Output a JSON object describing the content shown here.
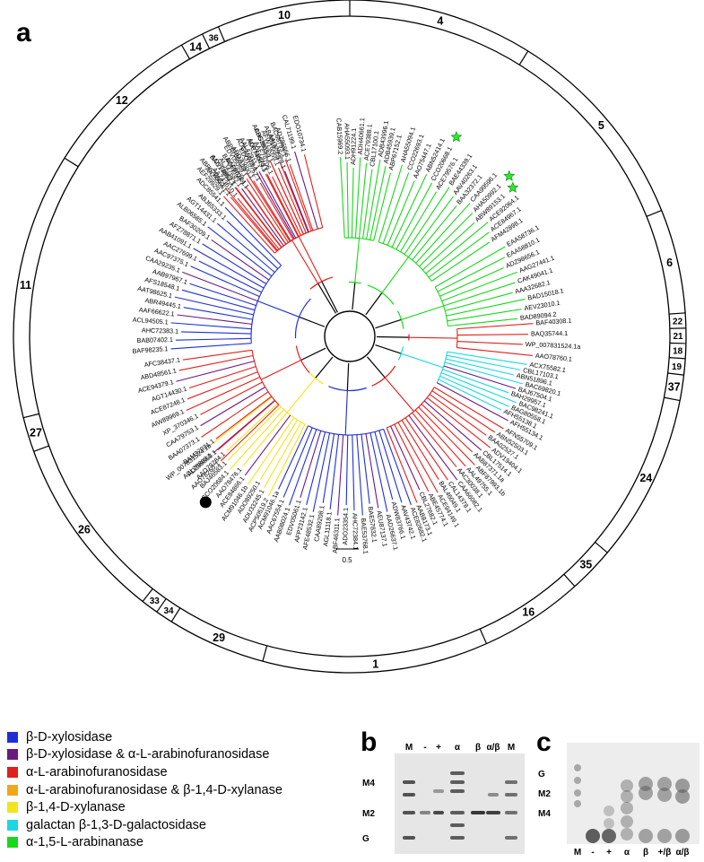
{
  "panels": {
    "a": "a",
    "b": "b",
    "c": "c"
  },
  "colors": {
    "xylosidase": "#1f2fd6",
    "xylosidase_arabinofuranosidase": "#6b1a80",
    "arabinofuranosidase": "#e0201c",
    "arabinofuranosidase_xylanase": "#f0a81a",
    "xylanase": "#f4e41a",
    "galactosidase": "#1ad8e0",
    "arabinanase": "#18d81a",
    "backbone": "#000000",
    "mixed": "#888888"
  },
  "families": [
    {
      "label": "10",
      "a0": -23,
      "a1": 0
    },
    {
      "label": "4",
      "a0": 0,
      "a1": 32
    },
    {
      "label": "5",
      "a0": 32,
      "a1": 68
    },
    {
      "label": "6",
      "a0": 68,
      "a1": 86
    },
    {
      "label": "22",
      "a0": 86,
      "a1": 88.6
    },
    {
      "label": "21",
      "a0": 88.6,
      "a1": 91.2
    },
    {
      "label": "18",
      "a0": 91.2,
      "a1": 93.8
    },
    {
      "label": "19",
      "a0": 93.8,
      "a1": 96.6
    },
    {
      "label": "37",
      "a0": 96.6,
      "a1": 101
    },
    {
      "label": "24",
      "a0": 101,
      "a1": 130
    },
    {
      "label": "35",
      "a0": 130,
      "a1": 138
    },
    {
      "label": "16",
      "a0": 138,
      "a1": 156
    },
    {
      "label": "1",
      "a0": 156,
      "a1": 195
    },
    {
      "label": "29",
      "a0": 195,
      "a1": 212
    },
    {
      "label": "34",
      "a0": 212,
      "a1": 215
    },
    {
      "label": "33",
      "a0": 215,
      "a1": 218
    },
    {
      "label": "26",
      "a0": 218,
      "a1": 250
    },
    {
      "label": "27",
      "a0": 250,
      "a1": 256
    },
    {
      "label": "11",
      "a0": 256,
      "a1": 302
    },
    {
      "label": "12",
      "a0": 302,
      "a1": 330
    },
    {
      "label": "14",
      "a0": 330,
      "a1": 334
    },
    {
      "label": "36",
      "a0": 334,
      "a1": 337
    }
  ],
  "clades": [
    {
      "name": "gh10",
      "a0": -40,
      "a1": -14,
      "color": "arabinofuranosidase",
      "r0": 125,
      "r1": 215,
      "leaves": [
        "ABP67868.1",
        "AOV73852.1",
        "BAC69704.1",
        "ABP67868.1a",
        "AOC69973.1",
        "AOY69973.1",
        "ACH57955.1",
        "ABA81977.1",
        "ADZ86666.1",
        "CAL71199.1",
        "EDO10734.1"
      ],
      "highlight": [
        2,
        3
      ]
    },
    {
      "name": "gh4",
      "a0": -3,
      "a1": 14,
      "color": "arabinanase",
      "r0": 110,
      "r1": 200,
      "leaves": [
        "CAB15969.2",
        "AHA55093.1",
        "ADH91224.1",
        "ADH40661.1",
        "ACE79388.1",
        "CBL17100.1",
        "ADB43996.1",
        "ADB45939.1",
        "ABP67152.1"
      ]
    },
    {
      "name": "gh5",
      "a0": 17,
      "a1": 56,
      "color": "arabinanase",
      "r0": 110,
      "r1": 200,
      "leaves": [
        "AHA55094.1",
        "CCO22693.1",
        "AAO75447.1",
        "ABN52414.1",
        "CCO20668.1",
        "ACE79576.1",
        "BAE44339.1",
        "AAV40263.1",
        "BAA32372.1",
        "CAA99596.1",
        "AHA50992.1",
        "ABW89153.1",
        "ACE92064.1",
        "ACE84967.1",
        "AFM42898.1"
      ],
      "stars": [
        4,
        10,
        11
      ]
    },
    {
      "name": "gh6",
      "a0": 60,
      "a1": 84,
      "color": "arabinanase",
      "r0": 110,
      "r1": 200,
      "leaves": [
        "EAA58736.1",
        "EAA58810.1",
        "ADZ98656.1",
        "AAG27441.1",
        "CAK49041.1",
        "AAA32682.1",
        "BAD15018.1",
        "AEV23010.1",
        "BAD89094.2"
      ]
    },
    {
      "name": "gh18",
      "a0": 86,
      "a1": 96,
      "color": "arabinofuranosidase",
      "r0": 120,
      "r1": 205,
      "leaves": [
        "BAF40308.1",
        "BAQ35744.1",
        "WP_007831524.1a",
        "AAO78760.1"
      ]
    },
    {
      "name": "gh37",
      "a0": 99,
      "a1": 118,
      "color": "galactosidase",
      "r0": 110,
      "r1": 200,
      "leaves": [
        "ACX75582.1",
        "CBL17103.1",
        "ABN51896.1",
        "BAC69820.1",
        "BAJ67504.1",
        "BAH29957.1",
        "BAC98241.1",
        "BAG80558.1",
        "AFH55138.1",
        "AFH55134.1"
      ]
    },
    {
      "name": "gh24",
      "a0": 121,
      "a1": 158,
      "color": "arabinofuranosidase",
      "r0": 110,
      "r1": 200,
      "leaves": [
        "AFN55709.1",
        "ABN52503.1",
        "BAA02527.1",
        "ADV19404.1",
        "CBL17514.1",
        "AAB87371.1a",
        "ABF87993.1b",
        "AAL49755.1",
        "AAC30038.1",
        "CAA66082.1",
        "CAL14378.1",
        "BAL46049.1",
        "ACE94149.1",
        "ABE45774.1",
        "CBL27682.1",
        "AAB8173.1"
      ]
    },
    {
      "name": "gh1",
      "a0": 160,
      "a1": 205,
      "color": "xylosidase",
      "r0": 110,
      "r1": 200,
      "leaves": [
        "ACE82682.1",
        "AAV43742.1",
        "ADW83766.1",
        "AAD26637.1",
        "AEU87137.1",
        "BAE57832.1",
        "BAE53768.1",
        "AHC72384.1",
        "ADO23354.1",
        "ABF46311.1",
        "AGL11118.1",
        "CAA89208.1",
        "AFE48532.1",
        "AFP23142.1",
        "EDV05061.1",
        "AAB08024.1",
        "AAC67554.1",
        "ACM91046.1a"
      ]
    },
    {
      "name": "gh29",
      "a0": 207,
      "a1": 232,
      "color": "xylanase",
      "r0": 110,
      "r1": 200,
      "leaves": [
        "ACP50519.2",
        "ADU33245.1",
        "ADO89250.1",
        "ACM91046.1b",
        "ACE84866.1",
        "AAO78476.1",
        "CCO20684.1",
        "BAJ46583.1",
        "AAO79284.1",
        "ACL76803.1",
        "WP_007831524.1b"
      ]
    },
    {
      "name": "gh26",
      "a0": 226,
      "a1": 262,
      "color": "arabinofuranosidase",
      "r0": 110,
      "r1": 200,
      "leaves": [
        "AAO78260.1",
        "ADZ99860.1",
        "BAM37931.1",
        "BAA07373.1",
        "CAA79753.1",
        "XP_370346.1",
        "AIW89969.1",
        "ACE87248.1",
        "AGT14430.1",
        "ACE94379.1",
        "ABD48561.1",
        "AFC38437.1"
      ]
    },
    {
      "name": "gh11",
      "a0": 266,
      "a1": 316,
      "color": "xylosidase",
      "r0": 110,
      "r1": 200,
      "leaves": [
        "BAF98235.1",
        "BAB07402.1",
        "AHC72383.1",
        "ACL94505.1",
        "AAF66622.1",
        "ABR49445.1",
        "AAT98625.1",
        "AFS18548.1",
        "AAB97967.1",
        "CAA29235.1",
        "AAC97375.1",
        "AAC27699.1",
        "AAB41091.1",
        "AFZ78871.1",
        "BAF30209.1",
        "ALB06585.1",
        "AGT14431.1",
        "ABJ65333.1",
        "ADC85541.1"
      ]
    },
    {
      "name": "gh12",
      "a0": 318,
      "a1": 340,
      "color": "arabinofuranosidase",
      "r0": 125,
      "r1": 210,
      "leaves": [
        "AEF29929.1",
        "AAZ55661.1",
        "AAZ43610.1",
        "BAC14653.1",
        "ALJ47682.1",
        "BAF90204.1",
        "EDV05059.1",
        "ADD70900.1",
        "EDO10752.1",
        "AAL47911.1",
        "ADE74049.1",
        "AAF79706.1",
        "ABG85159.1",
        "AFW19059.1",
        "AAO79928.1",
        "BAC68793.1"
      ]
    }
  ],
  "scale_label": "0.5",
  "accessions": [
    "AAO78200.1 (panel a, marked by black dot)",
    "WP_007831524.1"
  ],
  "marked_leaf": "WP_007831524.1",
  "legend": [
    {
      "color": "xylosidase",
      "label": "β-D-xylosidase"
    },
    {
      "color": "xylosidase_arabinofuranosidase",
      "label": "β-D-xylosidase & α-L-arabinofuranosidase"
    },
    {
      "color": "arabinofuranosidase",
      "label": "α-L-arabinofuranosidase"
    },
    {
      "color": "arabinofuranosidase_xylanase",
      "label": "α-L-arabinofuranosidase & β-1,4-D-xylanase"
    },
    {
      "color": "xylanase",
      "label": "β-1,4-D-xylanase"
    },
    {
      "color": "galactosidase",
      "label": "galactan β-1,3-D-galactosidase"
    },
    {
      "color": "arabinanase",
      "label": "α-1,5-L-arabinanase"
    }
  ],
  "gel_b": {
    "lanes": [
      "M",
      "-",
      "+",
      "α",
      "β",
      "α/β",
      "M"
    ],
    "markers": [
      "M4",
      "M2",
      "G"
    ]
  },
  "tlc_c": {
    "lanes": [
      "M",
      "-",
      "+",
      "α",
      "β",
      "+/β",
      "α/β"
    ],
    "markers": [
      "G",
      "M2",
      "M4"
    ]
  }
}
